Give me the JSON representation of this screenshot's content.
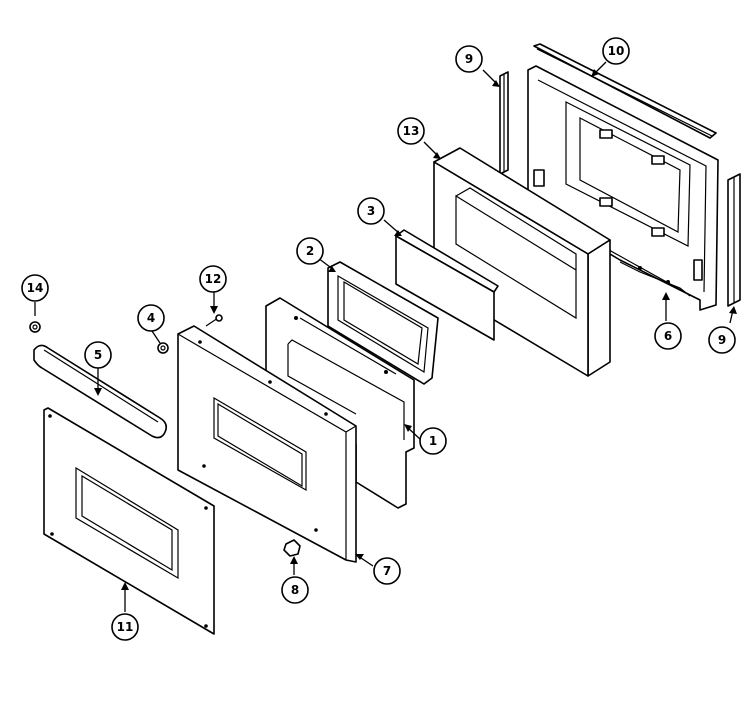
{
  "diagram": {
    "callouts": [
      {
        "id": "1",
        "label": "1"
      },
      {
        "id": "2",
        "label": "2"
      },
      {
        "id": "3",
        "label": "3"
      },
      {
        "id": "4",
        "label": "4"
      },
      {
        "id": "5",
        "label": "5"
      },
      {
        "id": "6",
        "label": "6"
      },
      {
        "id": "7",
        "label": "7"
      },
      {
        "id": "8",
        "label": "8"
      },
      {
        "id": "9a",
        "label": "9"
      },
      {
        "id": "9b",
        "label": "9"
      },
      {
        "id": "10",
        "label": "10"
      },
      {
        "id": "11",
        "label": "11"
      },
      {
        "id": "12",
        "label": "12"
      },
      {
        "id": "13",
        "label": "13"
      },
      {
        "id": "14",
        "label": "14"
      }
    ]
  }
}
